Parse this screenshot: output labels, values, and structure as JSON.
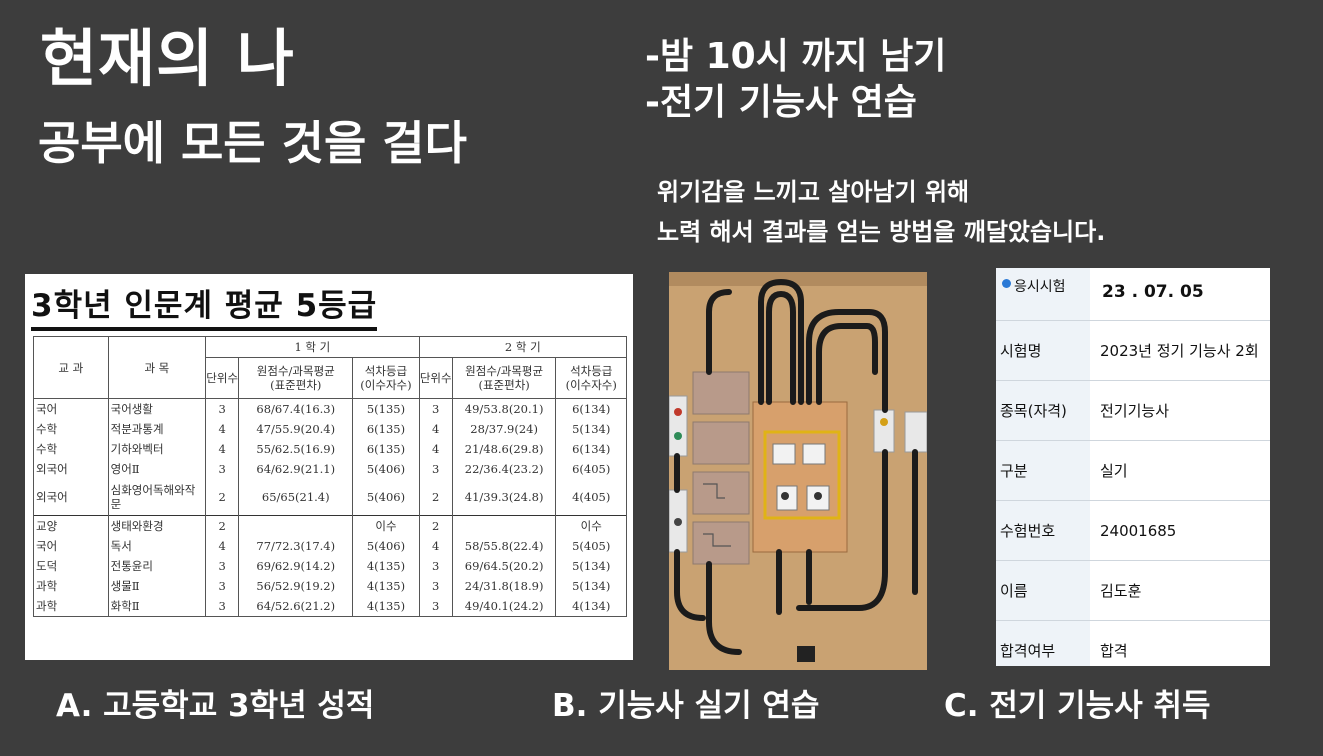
{
  "title": {
    "main": "현재의 나",
    "sub": "공부에 모든 것을 걸다"
  },
  "plan_items": [
    "-밤 10시 까지 남기",
    "-전기 기능사 연습"
  ],
  "reflection": [
    "위기감을 느끼고 살아남기 위해",
    "노력 해서 결과를 얻는 방법을 깨달았습니다."
  ],
  "panel_a": {
    "heading": "3학년 인문계 평균 5등급",
    "columns": {
      "subject_area": "교 과",
      "subject": "과 목",
      "term1": "1 학 기",
      "term2": "2 학 기",
      "units": "단위수",
      "score_avg": "원점수/과목평균",
      "std_dev": "(표준편차)",
      "rank": "석차등급",
      "takers": "(이수자수)"
    },
    "rows": [
      [
        "국어",
        "국어생활",
        "3",
        "68/67.4(16.3)",
        "5(135)",
        "3",
        "49/53.8(20.1)",
        "6(134)"
      ],
      [
        "수학",
        "적분과통계",
        "4",
        "47/55.9(20.4)",
        "6(135)",
        "4",
        "28/37.9(24)",
        "5(134)"
      ],
      [
        "수학",
        "기하와벡터",
        "4",
        "55/62.5(16.9)",
        "6(135)",
        "4",
        "21/48.6(29.8)",
        "6(134)"
      ],
      [
        "외국어",
        "영어Ⅱ",
        "3",
        "64/62.9(21.1)",
        "5(406)",
        "3",
        "22/36.4(23.2)",
        "6(405)"
      ],
      [
        "외국어",
        "심화영어독해와작문",
        "2",
        "65/65(21.4)",
        "5(406)",
        "2",
        "41/39.3(24.8)",
        "4(405)"
      ],
      [
        "교양",
        "생태와환경",
        "2",
        "",
        "이수",
        "2",
        "",
        "이수"
      ],
      [
        "국어",
        "독서",
        "4",
        "77/72.3(17.4)",
        "5(406)",
        "4",
        "58/55.8(22.4)",
        "5(405)"
      ],
      [
        "도덕",
        "전통윤리",
        "3",
        "69/62.9(14.2)",
        "4(135)",
        "3",
        "69/64.5(20.2)",
        "5(134)"
      ],
      [
        "과학",
        "생물Ⅱ",
        "3",
        "56/52.9(19.2)",
        "4(135)",
        "3",
        "24/31.8(18.9)",
        "5(134)"
      ],
      [
        "과학",
        "화학Ⅱ",
        "3",
        "64/52.6(21.2)",
        "4(135)",
        "3",
        "49/40.1(24.2)",
        "4(134)"
      ]
    ]
  },
  "panel_c": {
    "header_label": "응시시험",
    "header_value": "23 . 07.  05",
    "rows": [
      {
        "label": "시험명",
        "value": "2023년 정기 기능사 2회"
      },
      {
        "label": "종목(자격)",
        "value": "전기기능사"
      },
      {
        "label": "구분",
        "value": "실기"
      },
      {
        "label": "수험번호",
        "value": "24001685"
      },
      {
        "label": "이름",
        "value": "김도훈"
      },
      {
        "label": "합격여부",
        "value": "합격"
      }
    ]
  },
  "captions": {
    "a": "A. 고등학교 3학년 성적",
    "b": "B. 기능사 실기 연습",
    "c": "C. 전기 기능사 취득"
  },
  "colors": {
    "background": "#3d3d3d",
    "text": "#ffffff",
    "cert_accent": "#2a79d6"
  }
}
